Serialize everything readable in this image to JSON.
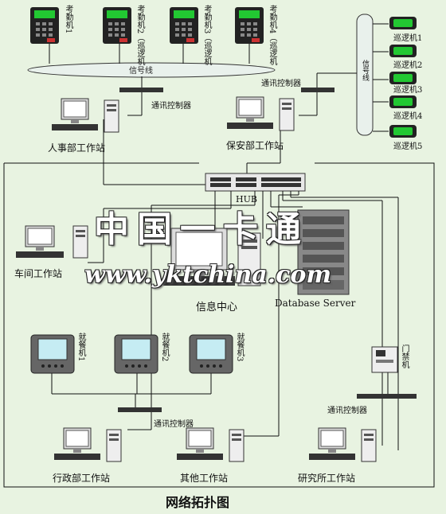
{
  "attendance": [
    {
      "label": "考勤机1"
    },
    {
      "label": "考勤机2（巡逻机"
    },
    {
      "label": "考勤机3（巡逻机"
    },
    {
      "label": "考勤机4（巡逻机"
    }
  ],
  "patrol": [
    "巡逻机1",
    "巡逻机2",
    "巡逻机3",
    "巡逻机4",
    "巡逻机5"
  ],
  "signal_line": "信号线",
  "signal_line_right": "信号线",
  "controllers": {
    "hr": "通讯控制器",
    "patrol": "通讯控制器",
    "canteen": "通讯控制器",
    "access": "通讯控制器"
  },
  "stations": {
    "hr": "人事部工作站",
    "security": "保安部工作站",
    "workshop": "车间工作站",
    "info_center": "信息中心",
    "admin": "行政部工作站",
    "other": "其他工作站",
    "research": "研究所工作站"
  },
  "hub": "HUB",
  "database": "Database Server",
  "dining": [
    "就餐机1",
    "就餐机2",
    "就餐机3"
  ],
  "door": "门禁机",
  "title": "网络拓扑图",
  "watermark_cn": "中国一卡通",
  "watermark_url": "www.yktchina.com",
  "colors": {
    "background": "#e8f3e1",
    "screen": "#22c832",
    "terminal": "#222222",
    "line": "#111111",
    "rack": "#777777"
  }
}
